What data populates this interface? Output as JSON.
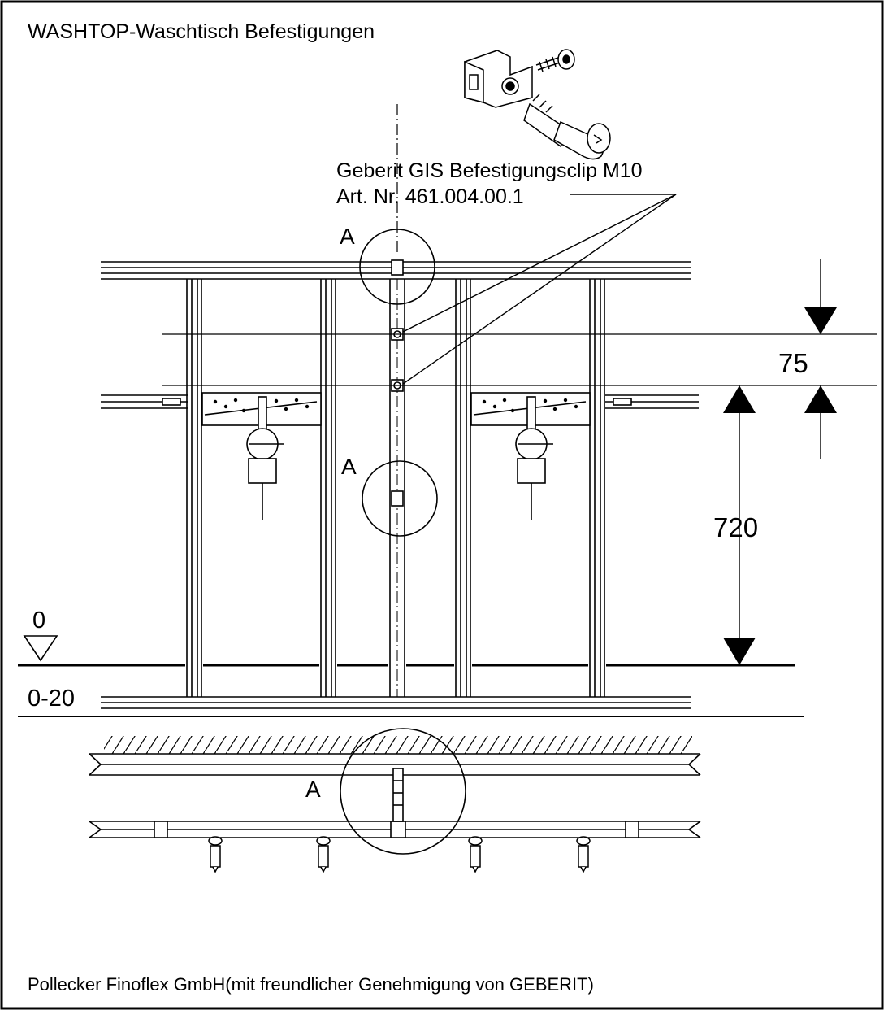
{
  "title": "WASHTOP-Waschtisch Befestigungen",
  "callout": {
    "line1": "Geberit GIS Befestigungsclip M10",
    "line2": "Art. Nr. 461.004.00.1"
  },
  "detail_label": "A",
  "dimensions": {
    "top_spacing": "75",
    "height": "720"
  },
  "levels": {
    "zero": "0",
    "range": "0-20"
  },
  "footer": "Pollecker Finoflex GmbH(mit freundlicher Genehmigung von GEBERIT)",
  "colors": {
    "line": "#000000",
    "background": "#ffffff"
  }
}
